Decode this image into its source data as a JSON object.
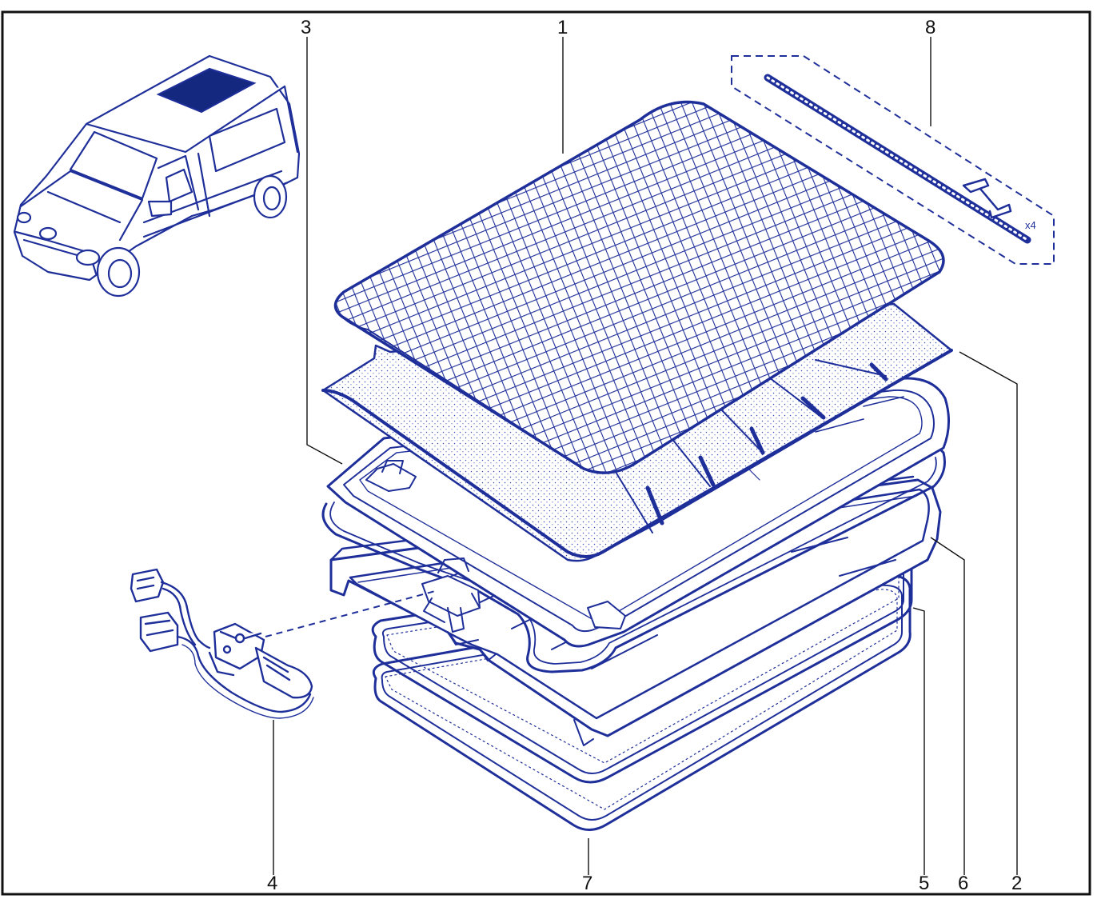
{
  "colors": {
    "line": "#1f2f9a",
    "dark_fill": "#142880",
    "dots": "#3a4fb5",
    "label": "#111111",
    "border": "#111111",
    "background": "#ffffff"
  },
  "callouts": [
    {
      "id": "1",
      "text": "1"
    },
    {
      "id": "2",
      "text": "2"
    },
    {
      "id": "3",
      "text": "3"
    },
    {
      "id": "4",
      "text": "4"
    },
    {
      "id": "5",
      "text": "5"
    },
    {
      "id": "6",
      "text": "6"
    },
    {
      "id": "7",
      "text": "7"
    },
    {
      "id": "8",
      "text": "8"
    }
  ],
  "quantity_note": "x4"
}
